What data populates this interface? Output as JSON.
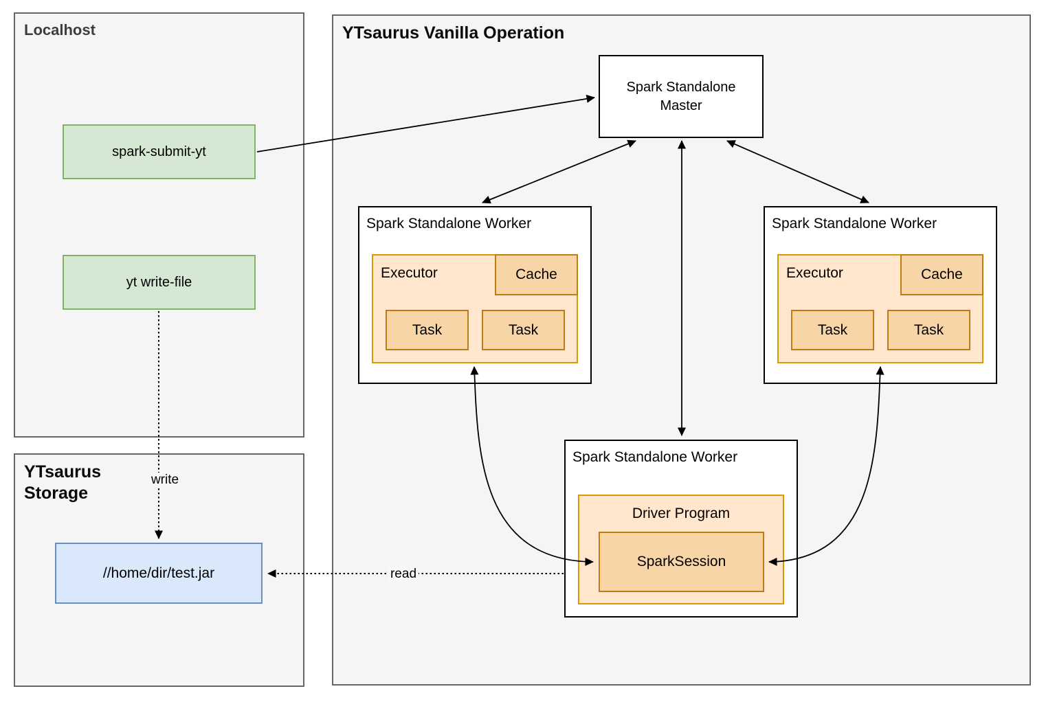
{
  "localhost": {
    "title": "Localhost",
    "spark_submit_label": "spark-submit-yt",
    "yt_write_file_label": "yt write-file"
  },
  "storage": {
    "title": "YTsaurus Storage",
    "jar_path": "//home/dir/test.jar"
  },
  "operation": {
    "title": "YTsaurus Vanilla Operation",
    "master_label": "Spark Standalone Master",
    "worker_label": "Spark Standalone Worker",
    "executor_label": "Executor",
    "cache_label": "Cache",
    "task_label": "Task",
    "driver_label": "Driver Program",
    "spark_session_label": "SparkSession"
  },
  "edges": {
    "write_label": "write",
    "read_label": "read"
  },
  "colors": {
    "gray_container_fill": "#f5f5f5",
    "gray_container_stroke": "#666666",
    "green_fill": "#d5e8d4",
    "green_stroke": "#82b366",
    "blue_fill": "#dae8fc",
    "blue_stroke": "#6c8ebf",
    "orange_light_fill": "#ffe6cc",
    "orange_light_stroke": "#d79b00",
    "orange_mid_fill": "#f8d5a6",
    "orange_mid_stroke": "#bf7d11",
    "node_fill": "#ffffff",
    "node_stroke": "#000000"
  }
}
